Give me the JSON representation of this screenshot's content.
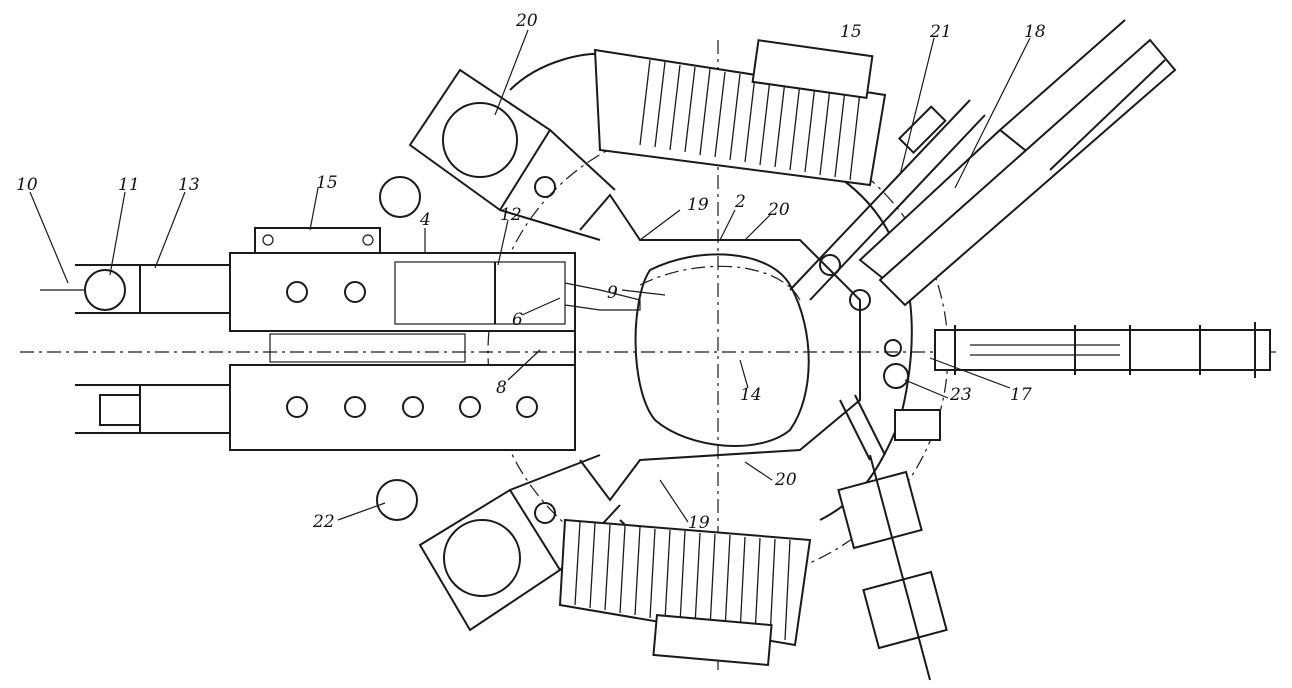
{
  "callouts": {
    "c10": "10",
    "c11": "11",
    "c13": "13",
    "c15_left": "15",
    "c4": "4",
    "c12": "12",
    "c6": "6",
    "c8": "8",
    "c20_top": "20",
    "c15_top": "15",
    "c21": "21",
    "c18": "18",
    "c19_top": "19",
    "c2": "2",
    "c20_mid": "20",
    "c9": "9",
    "c14": "14",
    "c23": "23",
    "c17": "17",
    "c20_bottom": "20",
    "c19_bottom": "19",
    "c22": "22"
  }
}
